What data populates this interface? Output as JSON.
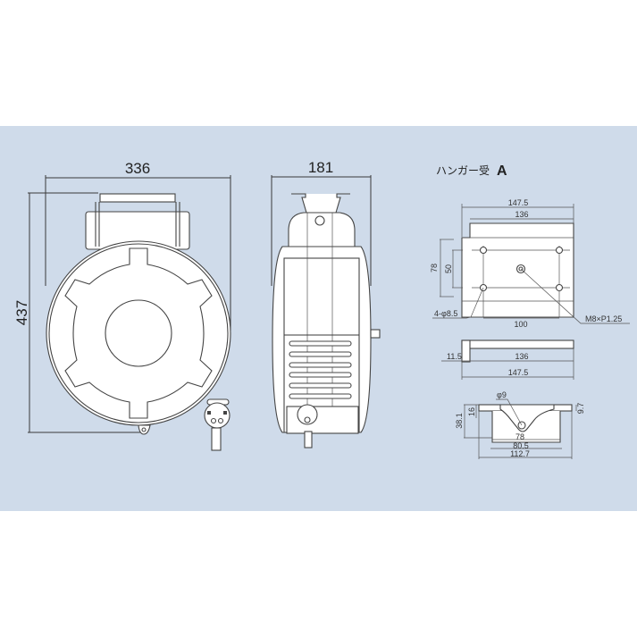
{
  "colors": {
    "background": "#ffffff",
    "panel": "#cfdbea",
    "line": "#3a3a3a",
    "body_fill": "#ffffff"
  },
  "front_view": {
    "width_label": "336",
    "height_label": "437"
  },
  "side_view": {
    "width_label": "181"
  },
  "hanger": {
    "title": "ハンガー受",
    "title_letter": "A",
    "top_view": {
      "overall_width": "147.5",
      "inner_width": "136",
      "outer_height": "78",
      "hole_pitch_v": "50",
      "hole_pitch_h": "100",
      "holes_label": "4-φ8.5",
      "thread_label": "M8×P1.25"
    },
    "side_view": {
      "thickness": "11.5",
      "inner_length": "136",
      "overall_length": "147.5"
    },
    "front_view": {
      "hole_dia": "φ9",
      "total_height": "38.1",
      "flange_height": "16",
      "plate_thickness": "9.7",
      "width_inner": "78",
      "width_mid": "80.5",
      "width_outer": "112.7"
    }
  }
}
